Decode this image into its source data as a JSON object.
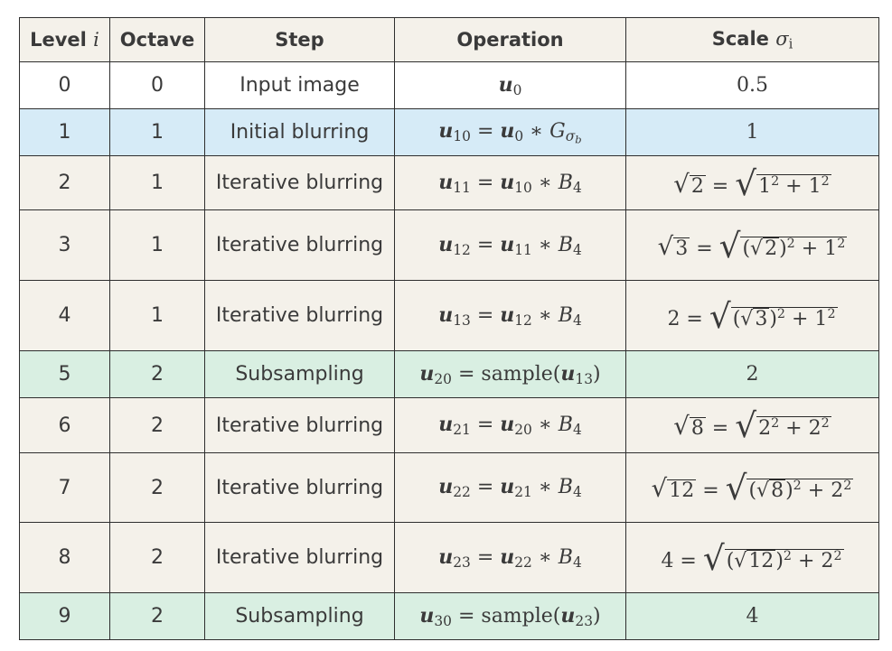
{
  "headers": {
    "level": "Level",
    "level_var": "i",
    "octave": "Octave",
    "step": "Step",
    "operation": "Operation",
    "scale": "Scale",
    "scale_var": "σ",
    "scale_sub": "i"
  },
  "rows": [
    {
      "level": "0",
      "octave": "0",
      "step": "Input image",
      "scale": "0.5"
    },
    {
      "level": "1",
      "octave": "1",
      "step": "Initial blurring",
      "scale": "1"
    },
    {
      "level": "2",
      "octave": "1",
      "step": "Iterative blurring"
    },
    {
      "level": "3",
      "octave": "1",
      "step": "Iterative blurring"
    },
    {
      "level": "4",
      "octave": "1",
      "step": "Iterative blurring"
    },
    {
      "level": "5",
      "octave": "2",
      "step": "Subsampling",
      "scale": "2"
    },
    {
      "level": "6",
      "octave": "2",
      "step": "Iterative blurring"
    },
    {
      "level": "7",
      "octave": "2",
      "step": "Iterative blurring"
    },
    {
      "level": "8",
      "octave": "2",
      "step": "Iterative blurring"
    },
    {
      "level": "9",
      "octave": "2",
      "step": "Subsampling",
      "scale": "4"
    }
  ],
  "colors": {
    "white": "#ffffff",
    "beige": "#f4f1ea",
    "blue": "#d6ebf7",
    "green": "#d9efe2",
    "border": "#2e2e2e"
  }
}
